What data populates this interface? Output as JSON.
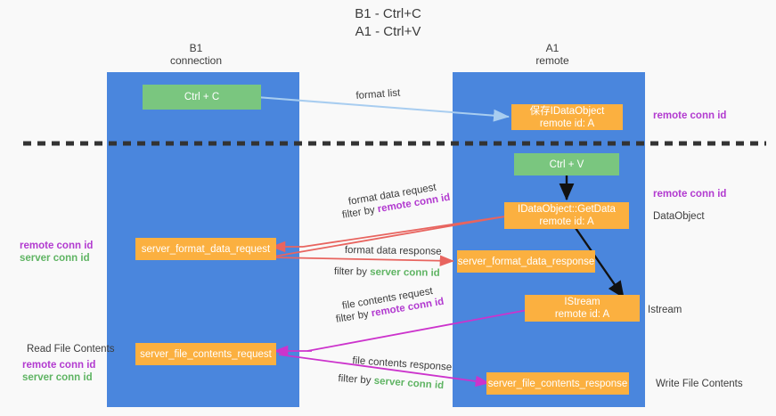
{
  "title": {
    "line1": "B1 - Ctrl+C",
    "line2": "A1 - Ctrl+V"
  },
  "lanes": [
    {
      "name": "b1",
      "header_line1": "B1",
      "header_line2": "connection",
      "color": "#4a86dd"
    },
    {
      "name": "a1",
      "header_line1": "A1",
      "header_line2": "remote",
      "color": "#4a86dd"
    }
  ],
  "colors": {
    "lane_blue": "#4a86dd",
    "box_green": "#7ac67f",
    "box_orange": "#fbb040",
    "accent_purple": "#b23bd0",
    "accent_green": "#5fb463",
    "arrow_lightblue": "#a8cdf0",
    "arrow_red": "#e8645f",
    "arrow_magenta": "#cc33cc",
    "arrow_black": "#111111",
    "divider": "#333333",
    "background": "#f9f9f9"
  },
  "boxes": {
    "ctrl_c": "Ctrl + C",
    "ctrl_v": "Ctrl + V",
    "save_dataobject_l1": "保存IDataObject",
    "save_dataobject_l2": "remote id: A",
    "getdata_l1": "IDataObject::GetData",
    "getdata_l2": "remote id: A",
    "istream_l1": "IStream",
    "istream_l2": "remote id: A",
    "server_format_data_request": "server_format_data_request",
    "server_format_data_response": "server_format_data_response",
    "server_file_contents_request": "server_file_contents_request",
    "server_file_contents_response": "server_file_contents_response"
  },
  "edge_labels": {
    "format_list": "format list",
    "format_data_request": "format data request",
    "format_data_request_filter_pre": "filter by ",
    "format_data_request_filter_key": "remote conn id",
    "format_data_response": "format data response",
    "format_data_response_filter_pre": "filter by ",
    "format_data_response_filter_key": "server conn id",
    "file_contents_request": "file contents request",
    "file_contents_request_filter_pre": "filter by ",
    "file_contents_request_filter_key": "remote conn id",
    "file_contents_response": "file contents response",
    "file_contents_response_filter_pre": "filter by ",
    "file_contents_response_filter_key": "server conn id"
  },
  "annotations": {
    "right_remote_conn_id_top": "remote conn id",
    "right_remote_conn_id_mid": "remote conn id",
    "right_dataobject": "DataObject",
    "right_istream": "Istream",
    "right_write_file_contents": "Write File Contents",
    "left_remote_conn_id": "remote conn id",
    "left_server_conn_id": "server conn id",
    "left_read_file_contents": "Read File Contents",
    "left_remote_conn_id_2": "remote conn id",
    "left_server_conn_id_2": "server conn id"
  }
}
